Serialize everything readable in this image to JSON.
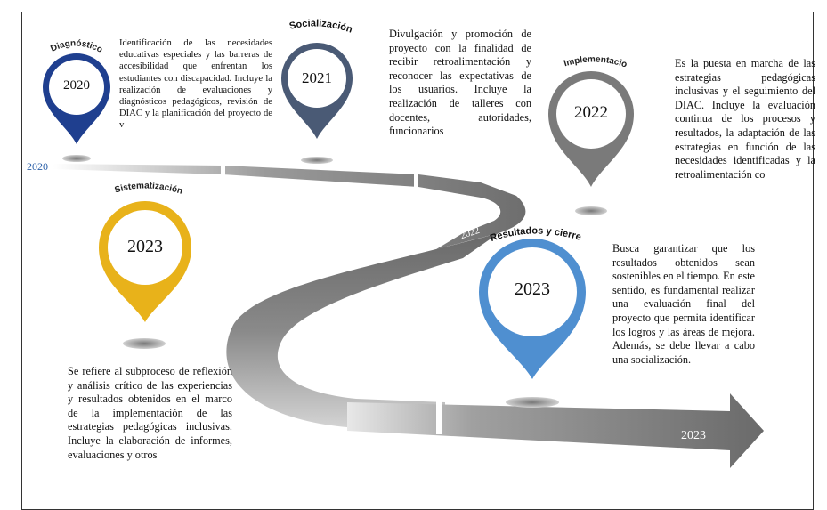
{
  "stages": [
    {
      "title": "Diagnóstico",
      "year": "2020",
      "description": "Identificación de las necesidades educativas especiales y las barreras de accesibilidad que enfrentan los estudiantes con discapacidad. Incluye la realización de evaluaciones y diagnósticos pedagógicos, revisión de DIAC y la planificación del proyecto de v",
      "color": "#1f3f8f"
    },
    {
      "title": "Socialización",
      "year": "2021",
      "description": "Divulgación y promoción de proyecto con la finalidad de recibir retroalimentación y reconocer las expectativas de los usuarios. Incluye la realización de talleres con docentes, autoridades, funcionarios",
      "color": "#4a5a75"
    },
    {
      "title": "Implementación",
      "year": "2022",
      "description": "Es la puesta en marcha de las estrategias pedagógicas inclusivas y el seguimiento del DIAC. Incluye la evaluación continua de los procesos y resultados, la adaptación de las estrategias en función de las necesidades identificadas y la retroalimentación co",
      "color": "#7a7a7a"
    },
    {
      "title": "Sistematización",
      "year": "2023",
      "description": "Se refiere al subproceso de reflexión y análisis crítico de las experiencias y resultados obtenidos en el marco de la implementación de las estrategias pedagógicas inclusivas. Incluye la elaboración de informes, evaluaciones y otros",
      "color": "#e8b21a"
    },
    {
      "title": "Resultados y cierre",
      "year": "2023",
      "description": "Busca garantizar que los resultados obtenidos sean sostenibles en el tiempo. En este sentido, es fundamental realizar una evaluación final del proyecto que permita identificar los logros y las áreas de mejora. Además, se debe llevar a cabo una socialización.",
      "color": "#4f8fd0"
    }
  ],
  "timeline": {
    "start_label": "2020",
    "mid_label": "2022",
    "end_label": "2023"
  }
}
